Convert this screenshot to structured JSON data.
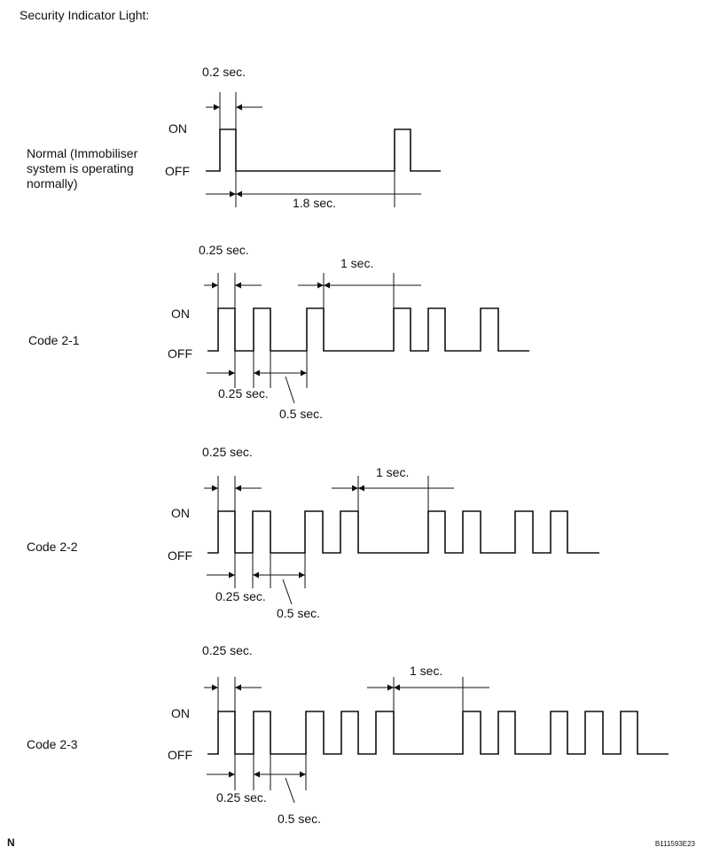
{
  "page_title": "Security Indicator Light:",
  "footer": {
    "left_mark": "N",
    "figure_id": "B111593E23"
  },
  "level_labels": {
    "on": "ON",
    "off": "OFF"
  },
  "diagrams": [
    {
      "id": "normal",
      "label_lines": [
        "Normal (Immobiliser",
        "system is operating",
        "normally)"
      ],
      "pulse_width_label": "0.2 sec.",
      "period_label": "1.8 sec."
    },
    {
      "id": "code-2-1",
      "label_lines": [
        "Code 2-1"
      ],
      "pulse_width_label": "0.25 sec.",
      "gap_label": "0.25 sec.",
      "long_gap_label": "0.5 sec.",
      "pause_label": "1 sec.",
      "first_group_pulses": 2,
      "second_group_pulses": 1
    },
    {
      "id": "code-2-2",
      "label_lines": [
        "Code 2-2"
      ],
      "pulse_width_label": "0.25 sec.",
      "gap_label": "0.25 sec.",
      "long_gap_label": "0.5 sec.",
      "pause_label": "1 sec.",
      "first_group_pulses": 2,
      "second_group_pulses": 2
    },
    {
      "id": "code-2-3",
      "label_lines": [
        "Code 2-3"
      ],
      "pulse_width_label": "0.25 sec.",
      "gap_label": "0.25 sec.",
      "long_gap_label": "0.5 sec.",
      "pause_label": "1 sec.",
      "first_group_pulses": 2,
      "second_group_pulses": 3
    }
  ]
}
